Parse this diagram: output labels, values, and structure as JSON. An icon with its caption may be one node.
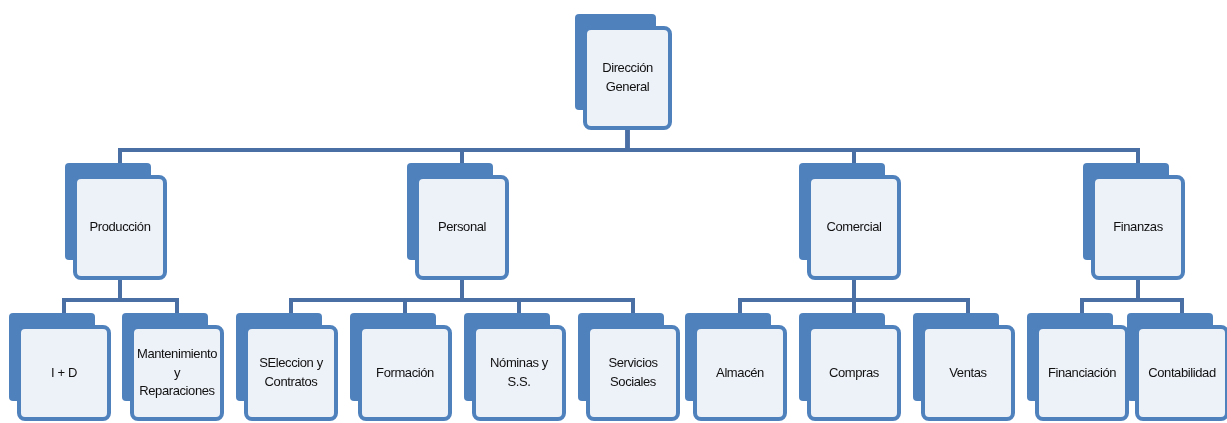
{
  "diagram": {
    "nodes": [
      {
        "text": [
          "Dirección General"
        ]
      },
      {
        "text": [
          "Producción"
        ]
      },
      {
        "text": [
          "I + D"
        ]
      },
      {
        "text": [
          "Mantenimiento y Reparaciones"
        ]
      },
      {
        "text": [
          "Personal"
        ]
      },
      {
        "text": [
          "SEleccion y Contratos"
        ]
      },
      {
        "text": [
          "Formación"
        ]
      },
      {
        "text": [
          "Nóminas y S.S."
        ]
      },
      {
        "text": [
          "Servicios Sociales"
        ]
      },
      {
        "text": [
          "Comercial"
        ]
      },
      {
        "text": [
          "Almacén"
        ]
      },
      {
        "text": [
          "Compras"
        ]
      },
      {
        "text": [
          "Ventas"
        ]
      },
      {
        "text": [
          "Finanzas"
        ]
      },
      {
        "text": [
          "Financiación"
        ]
      },
      {
        "text": [
          "Contabilidad"
        ]
      }
    ],
    "edges": [
      {
        "from": 0,
        "to": 1,
        "arrow": "none"
      },
      {
        "from": 0,
        "to": 4,
        "arrow": "none"
      },
      {
        "from": 0,
        "to": 9,
        "arrow": "none"
      },
      {
        "from": 0,
        "to": 13,
        "arrow": "none"
      },
      {
        "from": 1,
        "to": 2,
        "arrow": "none"
      },
      {
        "from": 1,
        "to": 3,
        "arrow": "none"
      },
      {
        "from": 4,
        "to": 5,
        "arrow": "none"
      },
      {
        "from": 4,
        "to": 6,
        "arrow": "none"
      },
      {
        "from": 4,
        "to": 7,
        "arrow": "none"
      },
      {
        "from": 4,
        "to": 8,
        "arrow": "none"
      },
      {
        "from": 9,
        "to": 10,
        "arrow": "none"
      },
      {
        "from": 9,
        "to": 11,
        "arrow": "none"
      },
      {
        "from": 9,
        "to": 12,
        "arrow": "none"
      },
      {
        "from": 13,
        "to": 14,
        "arrow": "none"
      },
      {
        "from": 13,
        "to": 15,
        "arrow": "none"
      }
    ]
  }
}
